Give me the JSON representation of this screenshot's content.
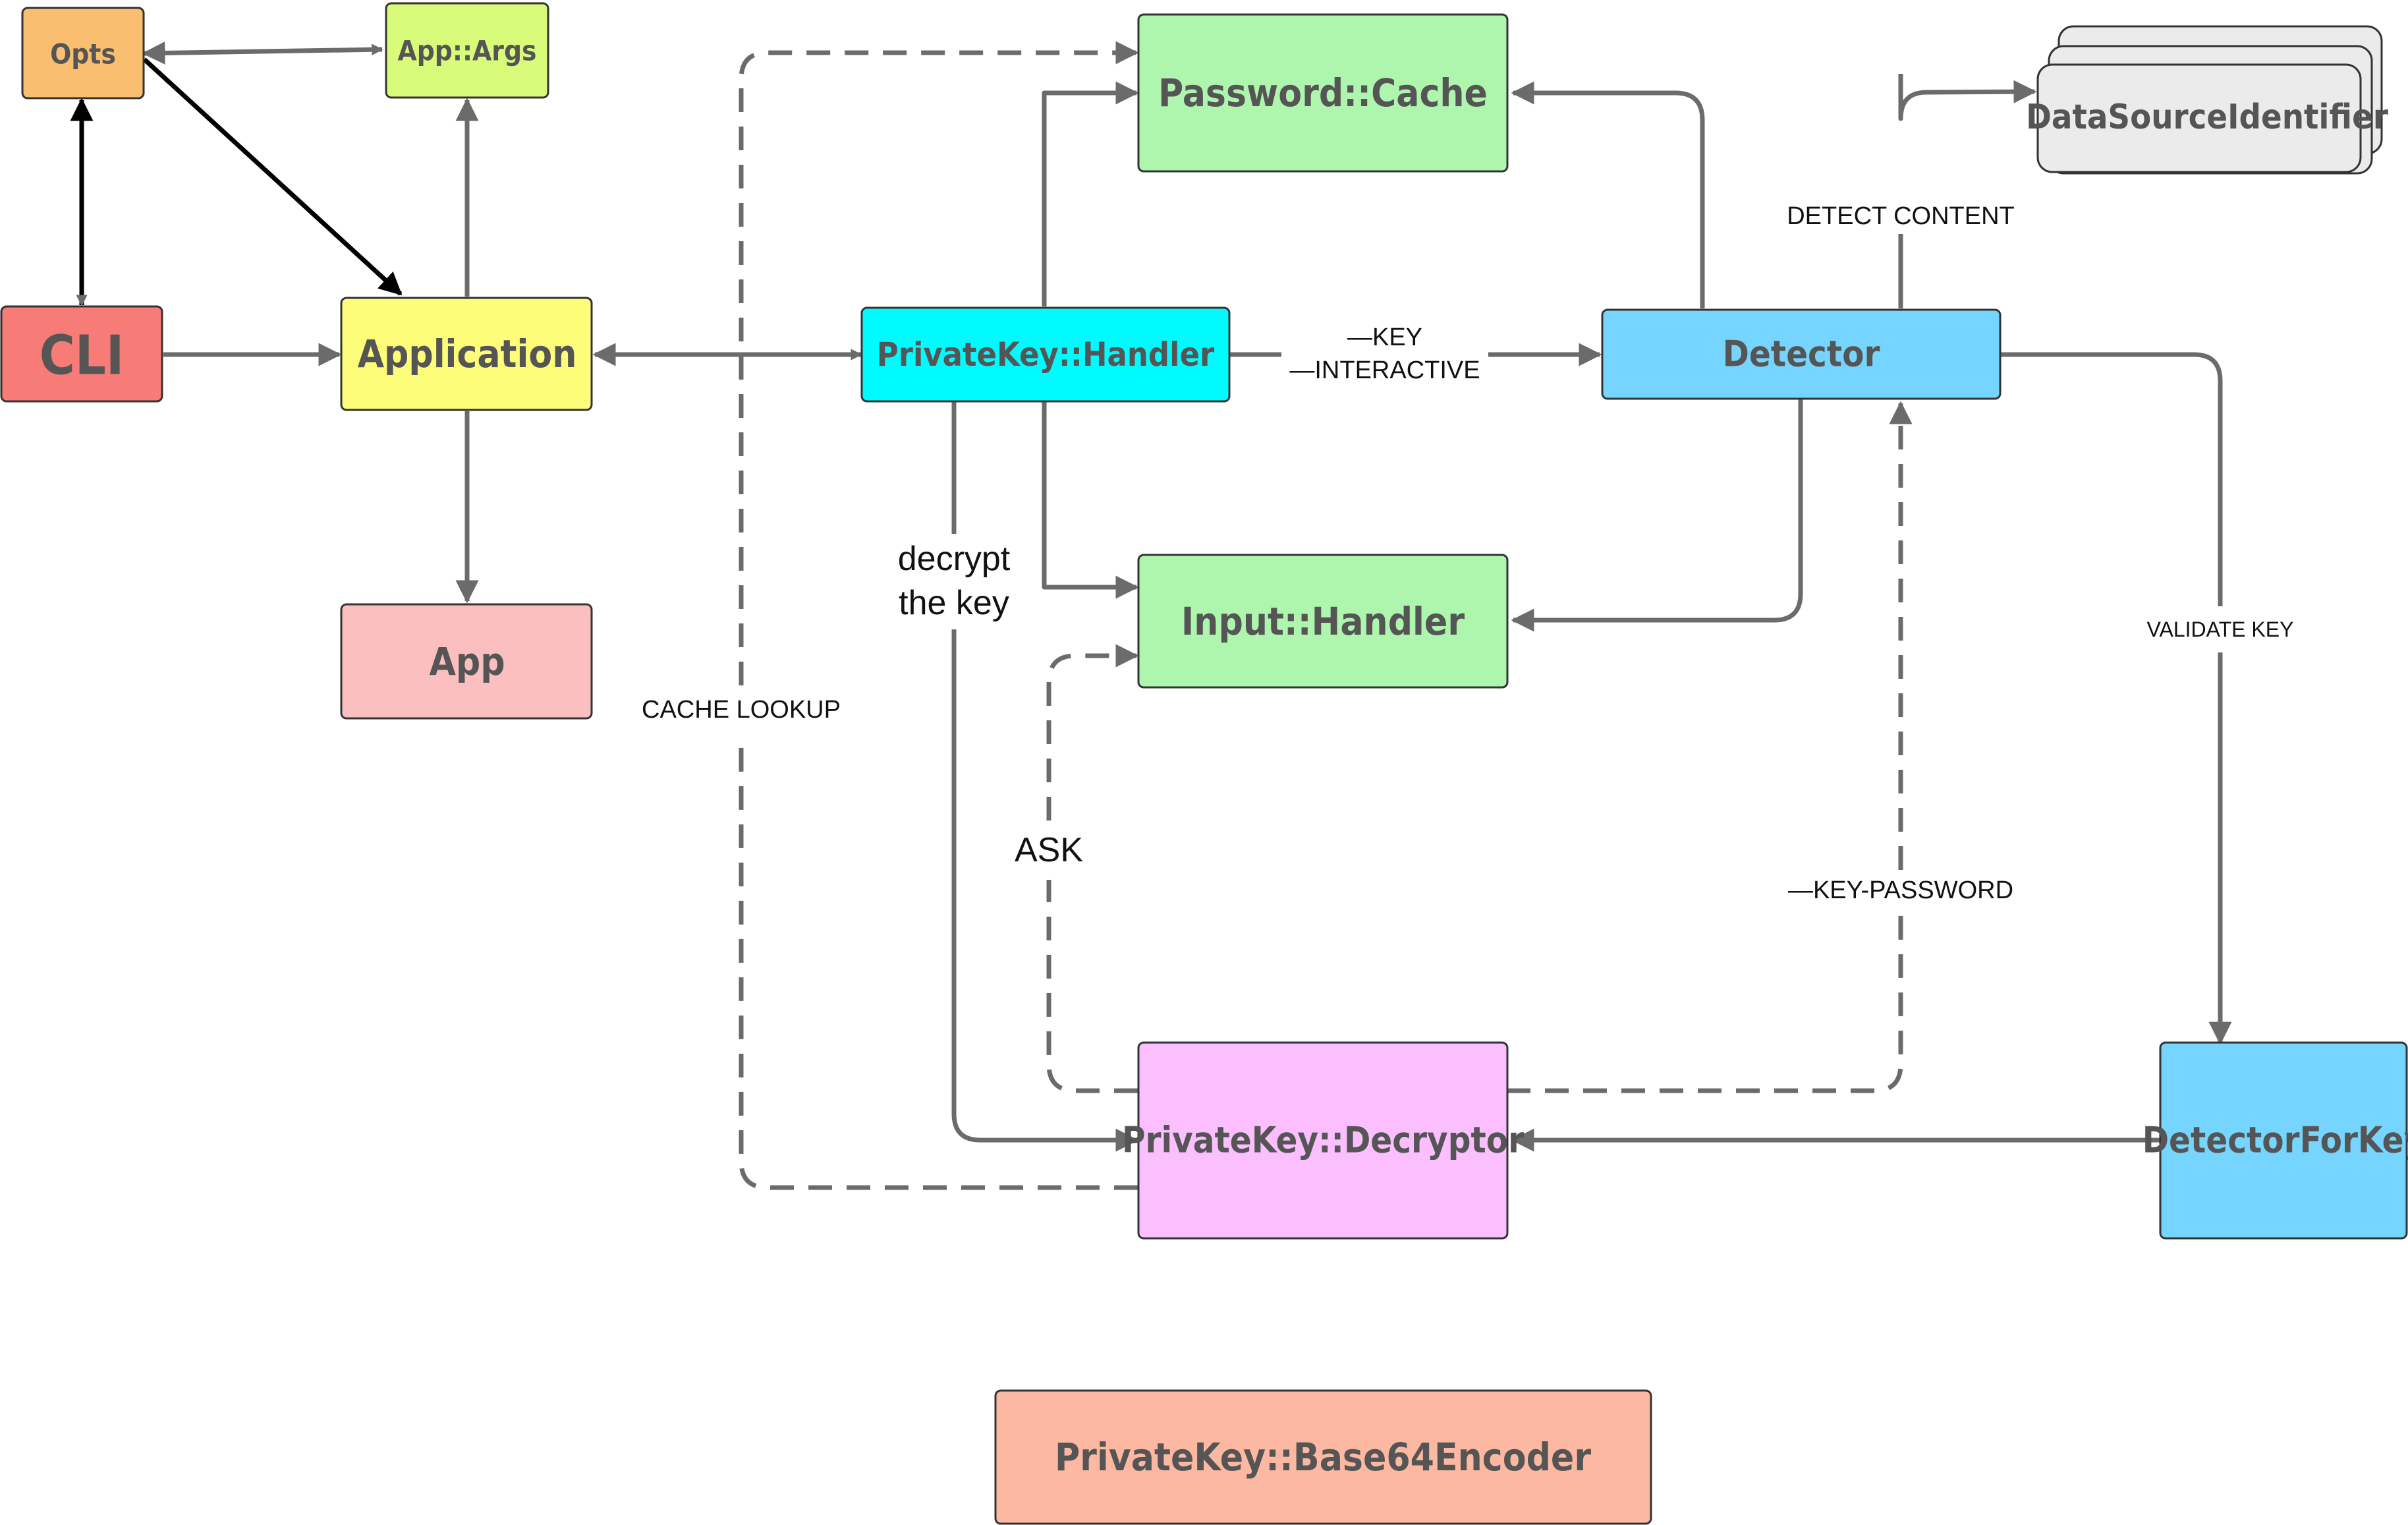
{
  "nodes": {
    "opts": {
      "label": "Opts",
      "color": "#F9BE6F"
    },
    "app_args": {
      "label": "App::Args",
      "color": "#D9FB7A"
    },
    "cli": {
      "label": "CLI",
      "color": "#F77B76"
    },
    "application": {
      "label": "Application",
      "color": "#FDFD7A"
    },
    "app": {
      "label": "App",
      "color": "#FBBFBF"
    },
    "password_cache": {
      "label": "Password::Cache",
      "color": "#AEF6AE"
    },
    "privatekey_handler": {
      "label": "PrivateKey::Handler",
      "color": "#00FBFE"
    },
    "input_handler": {
      "label": "Input::Handler",
      "color": "#AEF6AE"
    },
    "detector": {
      "label": "Detector",
      "color": "#76D5FE"
    },
    "data_source_identifier": {
      "label": "DataSourceIdentifier",
      "color": "#EBEBEB"
    },
    "privatekey_decryptor": {
      "label": "PrivateKey::Decryptor",
      "color": "#FBBEFE"
    },
    "detector_for_key": {
      "label": "DetectorForKey",
      "color": "#76D5FE"
    },
    "base64_encoder": {
      "label": "PrivateKey::Base64Encoder",
      "color": "#FDB8A1"
    }
  },
  "edge_labels": {
    "key_line1": "—KEY",
    "key_line2": "—INTERACTIVE",
    "decrypt_line1": "decrypt",
    "decrypt_line2": "the key",
    "cache_lookup": "CACHE LOOKUP",
    "ask": "ASK",
    "detect_content": "DETECT CONTENT",
    "validate_key": "VALIDATE KEY",
    "key_password": "—KEY-PASSWORD"
  },
  "colors": {
    "edge": "#6B6B6B",
    "edge_dark": "#000000",
    "node_border": "#333333"
  }
}
